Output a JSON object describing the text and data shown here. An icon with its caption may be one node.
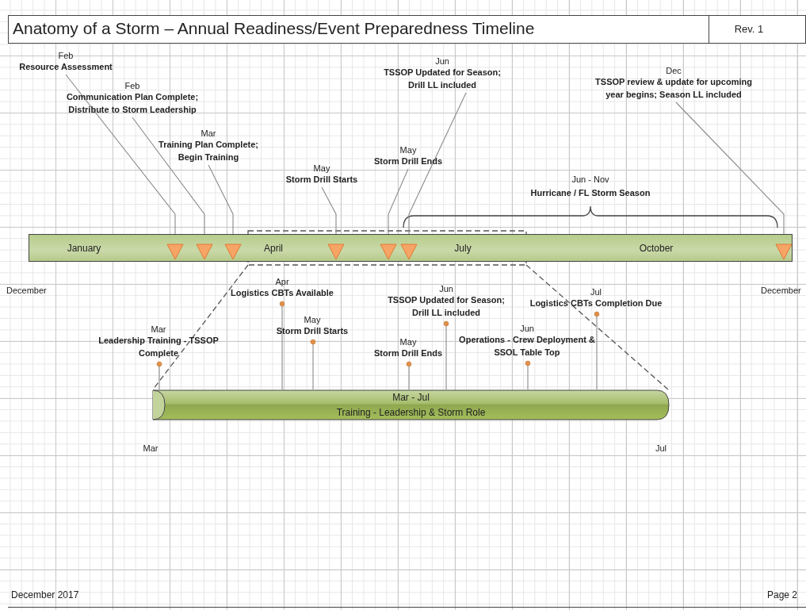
{
  "diagram": {
    "title": "Anatomy of a Storm – Annual Readiness/Event Preparedness Timeline",
    "nodes": [
      {
        "text": [
          "January",
          "April",
          "July",
          "October"
        ]
      },
      {
        "text": [],
        "shape": "triangle",
        "in": 0
      },
      {
        "text": [],
        "shape": "triangle",
        "in": 0
      },
      {
        "text": [],
        "shape": "triangle",
        "in": 0
      },
      {
        "text": [],
        "shape": "triangle",
        "in": 0
      },
      {
        "text": [],
        "shape": "triangle",
        "in": 0
      },
      {
        "text": [],
        "shape": "triangle",
        "in": 0
      },
      {
        "text": [],
        "shape": "triangle",
        "in": 0
      },
      {
        "text": [
          "Feb",
          "Resource Assessment"
        ]
      },
      {
        "text": [
          "Feb",
          "Communication Plan Complete; Distribute to Storm Leadership"
        ]
      },
      {
        "text": [
          "Mar",
          "Training Plan Complete; Begin Training"
        ]
      },
      {
        "text": [
          "May",
          "Storm Drill Starts"
        ]
      },
      {
        "text": [
          "May",
          "Storm Drill Ends"
        ]
      },
      {
        "text": [
          "Jun",
          "TSSOP Updated for Season; Drill LL included"
        ]
      },
      {
        "text": [
          "Dec",
          "TSSOP review & update for upcoming year begins; Season LL included"
        ]
      },
      {
        "text": [
          "Mar - Jul",
          "Training - Leadership & Storm Role"
        ]
      },
      {
        "text": [
          "Mar",
          "Leadership Training - TSSOP Complete"
        ]
      },
      {
        "text": [
          "Apr",
          "Logistics CBTs Available"
        ]
      },
      {
        "text": [
          "May",
          "Storm Drill Starts"
        ]
      },
      {
        "text": [
          "May",
          "Storm Drill Ends"
        ]
      },
      {
        "text": [
          "Jun",
          "TSSOP Updated for Season; Drill LL included"
        ]
      },
      {
        "text": [
          "Jun",
          "Operations - Crew Deployment & SSOL Table Top"
        ]
      },
      {
        "text": [
          "Jul",
          "Logistics CBTs Completion Due"
        ]
      }
    ],
    "edges": [
      {
        "from": 8,
        "to": 1,
        "arrow": "none"
      },
      {
        "from": 9,
        "to": 2,
        "arrow": "none"
      },
      {
        "from": 10,
        "to": 3,
        "arrow": "none"
      },
      {
        "from": 11,
        "to": 4,
        "arrow": "none"
      },
      {
        "from": 12,
        "to": 5,
        "arrow": "none"
      },
      {
        "from": 13,
        "to": 6,
        "arrow": "none"
      },
      {
        "from": 14,
        "to": 7,
        "arrow": "none"
      },
      {
        "from": 16,
        "to": 15,
        "arrow": "other"
      },
      {
        "from": 17,
        "to": 15,
        "arrow": "other"
      },
      {
        "from": 18,
        "to": 15,
        "arrow": "other"
      },
      {
        "from": 19,
        "to": 15,
        "arrow": "other"
      },
      {
        "from": 20,
        "to": 15,
        "arrow": "other"
      },
      {
        "from": 21,
        "to": 15,
        "arrow": "other"
      },
      {
        "from": 22,
        "to": 15,
        "arrow": "other"
      },
      {
        "from": 0,
        "to": 15,
        "arrow": "none",
        "style": "dashed"
      },
      {
        "from": 0,
        "to": 15,
        "arrow": "none",
        "style": "dashed"
      }
    ],
    "labels": [
      "Rev. 1",
      "Jun - Nov",
      "Hurricane / FL Storm Season",
      "December",
      "December",
      "Mar",
      "Jul",
      "December 2017",
      "Page 2"
    ]
  }
}
